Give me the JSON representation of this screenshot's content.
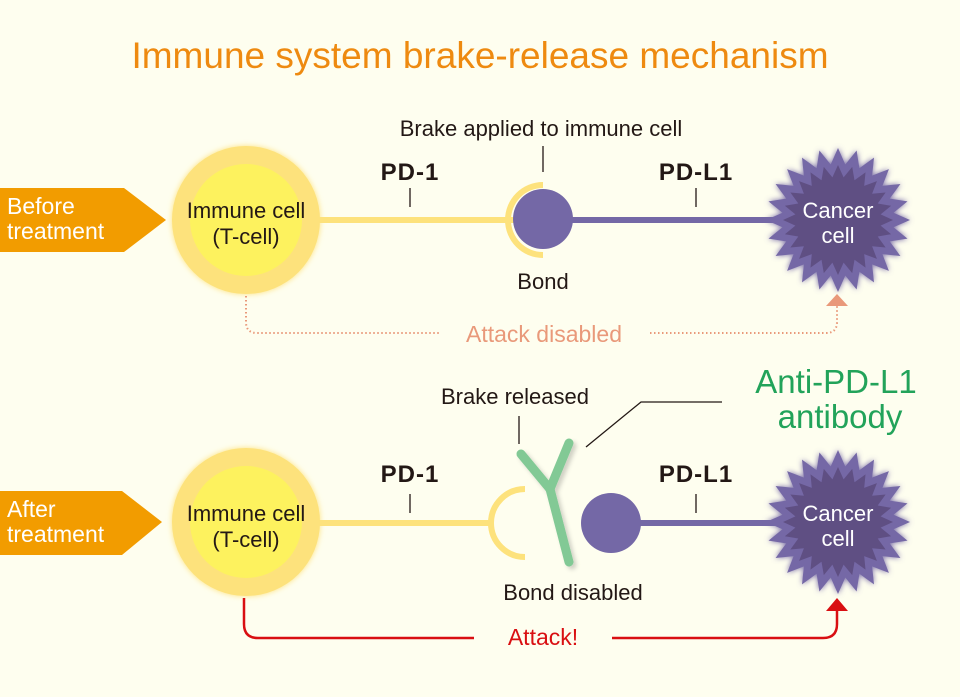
{
  "title": "Immune system brake-release mechanism",
  "colors": {
    "background": "#fefeef",
    "title": "#ee8a10",
    "tag": "#f29c00",
    "immune_outer": "#fde27c",
    "immune_inner": "#fdf25e",
    "pd1": "#fde27c",
    "pdl1": "#7468a6",
    "cancer_outer": "#7468a6",
    "cancer_inner": "#5f4f83",
    "antibody": "#82c995",
    "attack_disabled": "#e9997a",
    "attack": "#d90f12",
    "anti_label": "#22a35a"
  },
  "before": {
    "tag_line1": "Before",
    "tag_line2": "treatment",
    "immune_line1": "Immune cell",
    "immune_line2": "(T-cell)",
    "pd1_label": "PD-1",
    "pdl1_label": "PD-L1",
    "brake_label": "Brake applied to immune cell",
    "bond_label": "Bond",
    "cancer_line1": "Cancer",
    "cancer_line2": "cell",
    "attack_label": "Attack disabled"
  },
  "after": {
    "tag_line1": "After",
    "tag_line2": "treatment",
    "immune_line1": "Immune cell",
    "immune_line2": "(T-cell)",
    "pd1_label": "PD-1",
    "pdl1_label": "PD-L1",
    "brake_label": "Brake released",
    "bond_label": "Bond disabled",
    "antibody_line1": "Anti-PD-L1",
    "antibody_line2": "antibody",
    "cancer_line1": "Cancer",
    "cancer_line2": "cell",
    "attack_label": "Attack!"
  }
}
